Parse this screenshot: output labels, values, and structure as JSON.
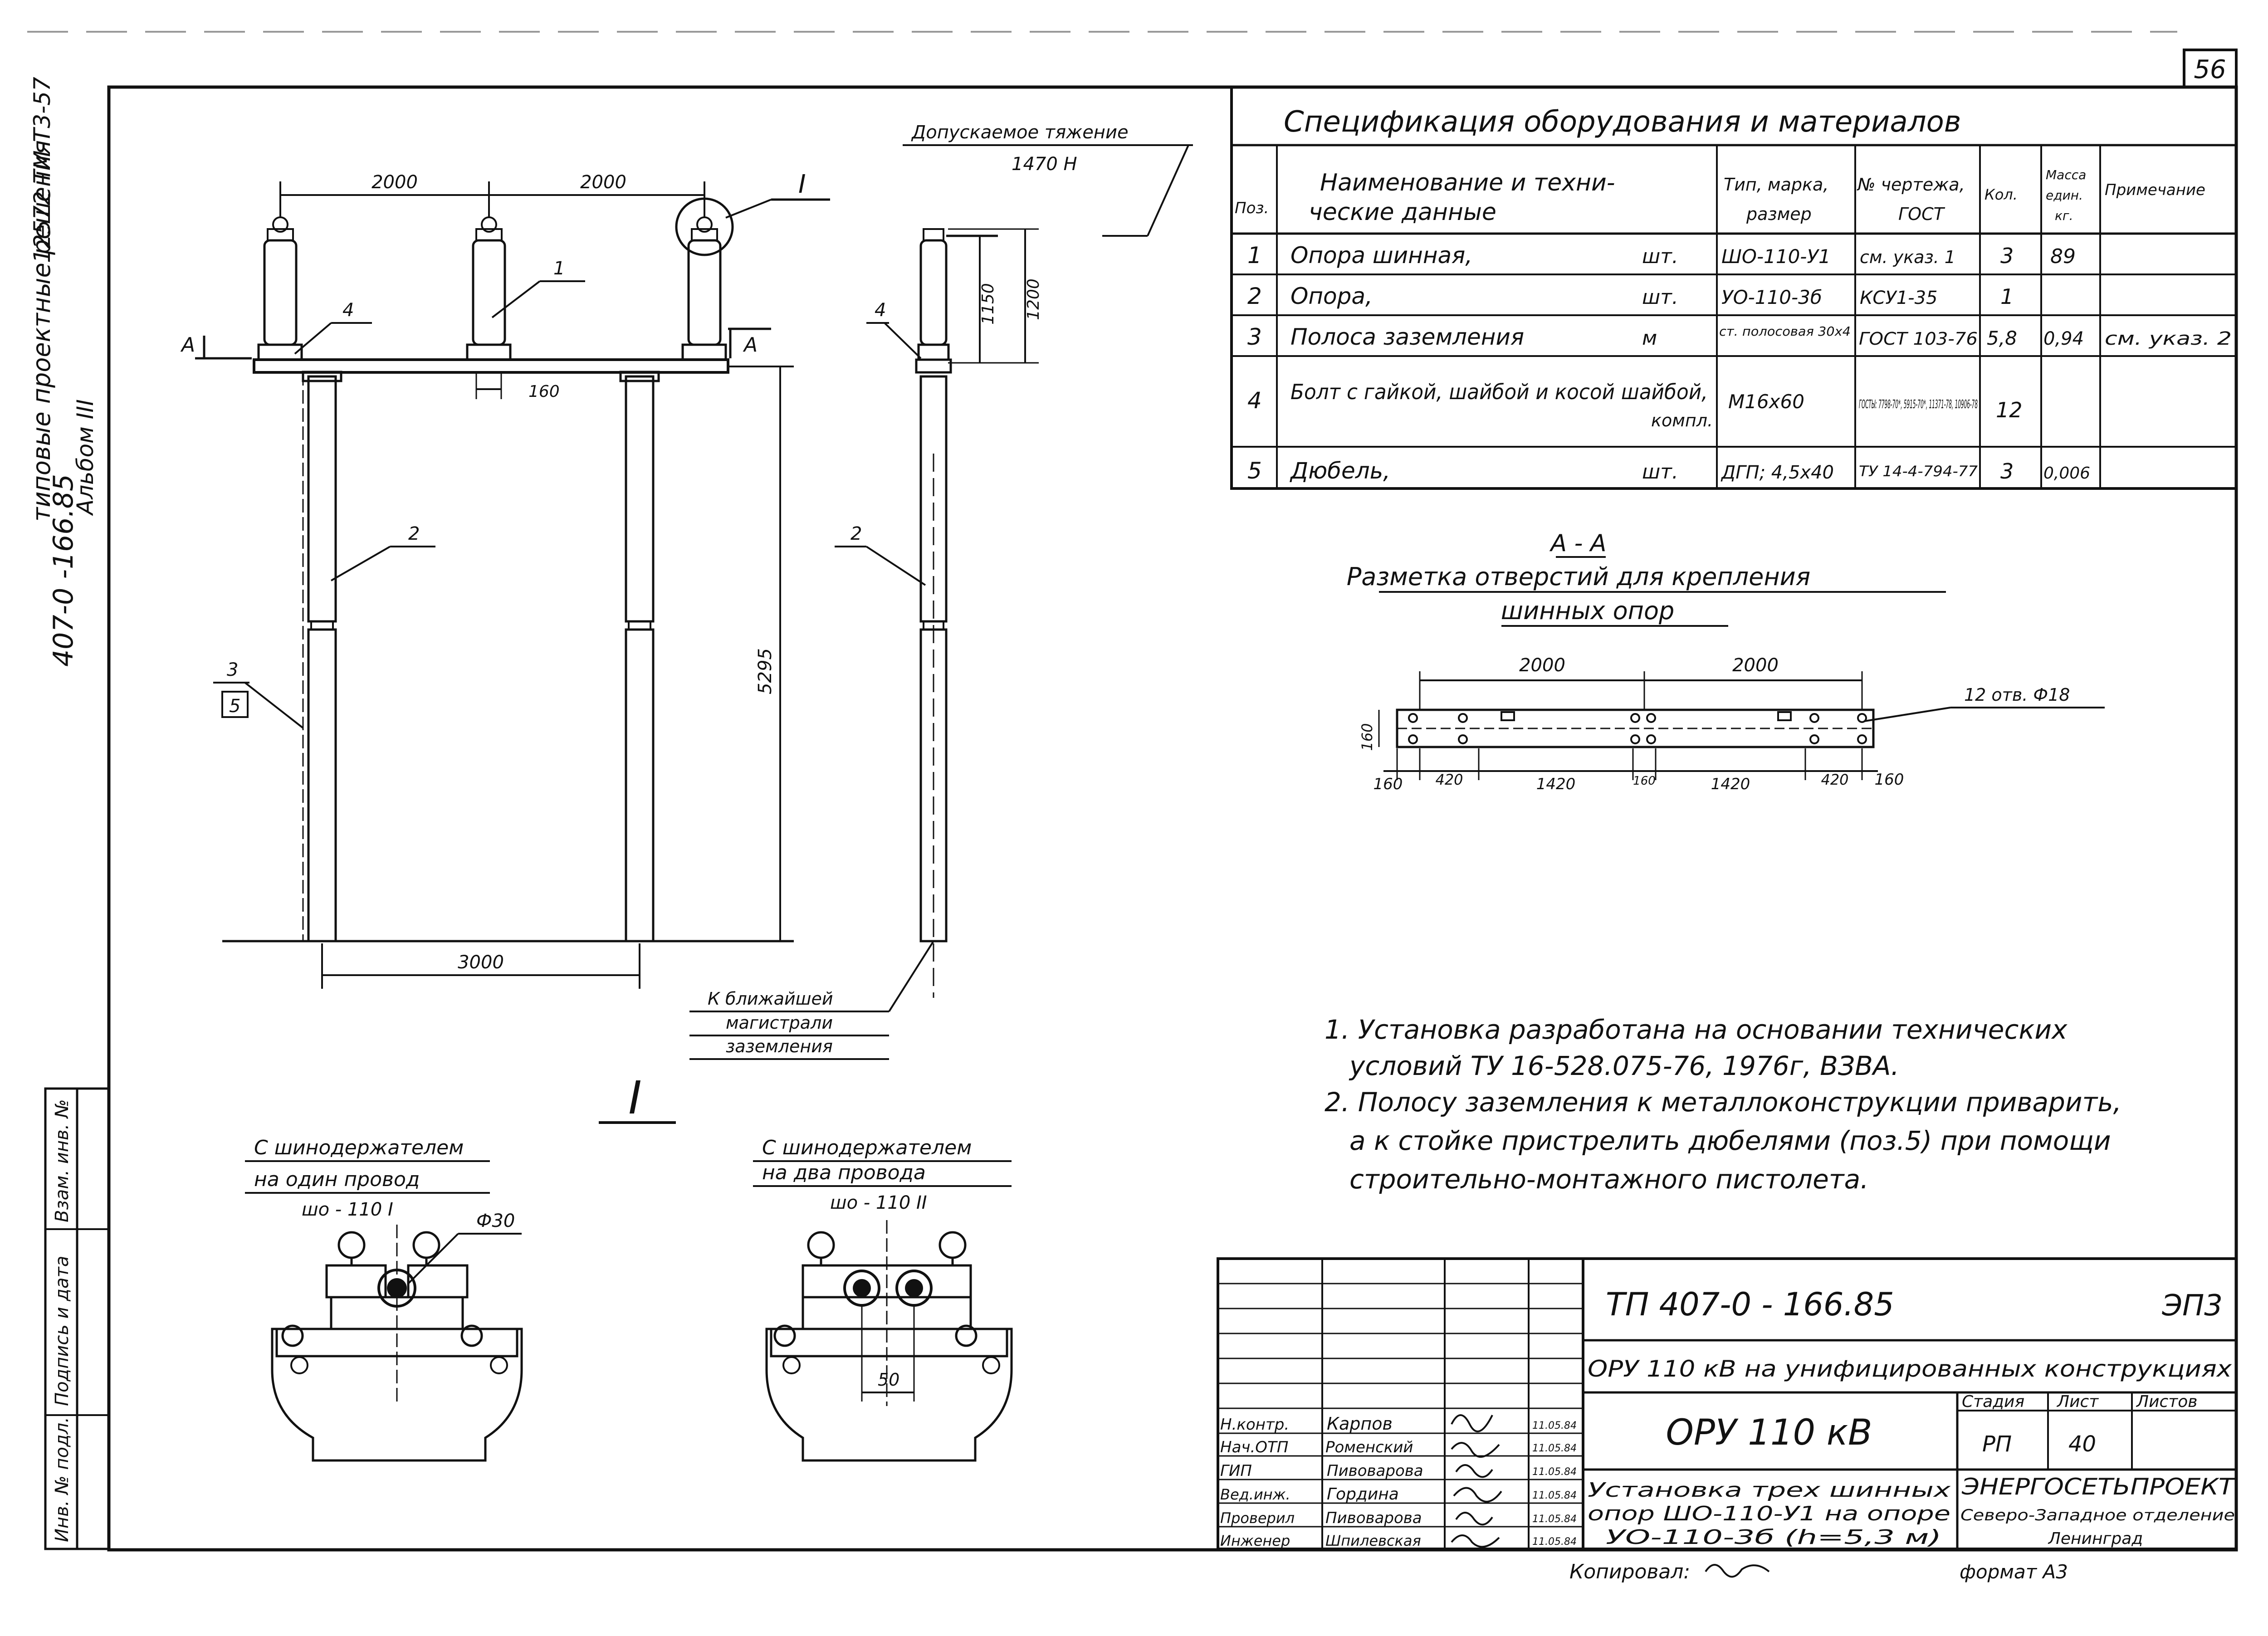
{
  "sheet_no": "56",
  "side_left": {
    "top_code": "12572 ТМ-Т3-57",
    "album_code": "407-0 -166.85",
    "album_sub": "Альбом III",
    "series_title": "типовые проектные решения"
  },
  "stamp_left_cols": [
    "Инв. № подл.",
    "Подпись и дата",
    "Взам. инв. №"
  ],
  "main_view": {
    "dims": {
      "span1": "2000",
      "span2": "2000",
      "base": "3000",
      "height": "5295",
      "plate": "160",
      "h1150": "1150",
      "h1200": "1200"
    },
    "leaders": {
      "p1": "1",
      "p2": "2",
      "p3": "3",
      "p4": "4",
      "p5": "5",
      "section_mark": "A",
      "detail_ref": "I"
    },
    "tension_label": "Допускаемое тяжение",
    "tension_value": "1470 Н",
    "ground_note": [
      "К ближайшей",
      "магистрали",
      "заземления"
    ]
  },
  "side_view": {
    "p2": "2",
    "p4": "4",
    "mark": "A"
  },
  "spec": {
    "title": "Спецификация оборудования и материалов",
    "headers": [
      "Поз.",
      "Наименование и техни-\nческие данные",
      "Тип, марка,\nразмер",
      "№ чертежа,\nГОСТ",
      "Кол.",
      "Масса\nедин.\nкг.",
      "Примечание"
    ],
    "rows": [
      {
        "pos": "1",
        "name": "Опора шинная,",
        "unit": "шт.",
        "type": "ШО-110-У1",
        "doc": "см. указ. 1",
        "qty": "3",
        "mass": "89",
        "note": ""
      },
      {
        "pos": "2",
        "name": "Опора,",
        "unit": "шт.",
        "type": "УО-110-3б",
        "doc": "КСУ1-35",
        "qty": "1",
        "mass": "",
        "note": ""
      },
      {
        "pos": "3",
        "name": "Полоса заземления",
        "unit": "м",
        "type": "ст. полосовая 30х4",
        "doc": "ГОСТ 103-76",
        "qty": "5,8",
        "mass": "0,94",
        "note": "см. указ. 2"
      },
      {
        "pos": "4",
        "name": "Болт с гайкой, шайбой и косой шайбой,",
        "unit": "компл.",
        "type": "М16х60",
        "doc": "ГОСТЫ: 7798-70*, 5915-70*, 11371-78, 10906-78",
        "qty": "12",
        "mass": "",
        "note": ""
      },
      {
        "pos": "5",
        "name": "Дюбель,",
        "unit": "шт.",
        "type": "ДГП; 4,5х40",
        "doc": "ТУ 14-4-794-77",
        "qty": "3",
        "mass": "0,006",
        "note": ""
      }
    ]
  },
  "section": {
    "mark": "A - A",
    "title_l1": "Разметка отверстий для крепления",
    "title_l2": "шинных опор",
    "dims_top": [
      "2000",
      "2000"
    ],
    "dims_bottom": [
      "160",
      "420",
      "1420",
      "160",
      "1420",
      "420",
      "160"
    ],
    "dim_side": "160",
    "holes": "12 отв. Ф18"
  },
  "notes": [
    "1. Установка разработана на основании технических условий ТУ 16-528.075-76, 1976г, ВЗВА.",
    "2. Полосу заземления к металлоконструкции приварить, а к стойке пристрелить дюбелями (поз.5) при помощи строительно-монтажного пистолета."
  ],
  "detail": {
    "mark": "I",
    "left": {
      "l1": "С шинодержателем",
      "l2": "на один провод",
      "l3": "шо - 110 I",
      "dia": "Ф30"
    },
    "right": {
      "l1": "С шинодержателем",
      "l2": "на два провода",
      "l3": "шо - 110 II",
      "dim": "50"
    }
  },
  "title_block": {
    "code": "ТП 407-0 - 166.85",
    "section_code": "ЭП3",
    "project": "ОРУ 110 кВ на унифицированных конструкциях",
    "object": "ОРУ 110 кВ",
    "stage_h": "Стадия",
    "sheet_h": "Лист",
    "sheets_h": "Листов",
    "stage": "РП",
    "sheet": "40",
    "drawing_title": "Установка трех шинных опор ШО-110-У1 на опоре УО-110-3б (h=5,3 м)",
    "org_l1": "ЭНЕРГОСЕТЬПРОЕКТ",
    "org_l2": "Северо-Западное отделение",
    "org_l3": "Ленинград",
    "copied": "Копировал:",
    "format": "формат А3",
    "staff": [
      {
        "role": "Н.контр.",
        "name": "Карпов",
        "date": "11.05.84"
      },
      {
        "role": "Нач.ОТП",
        "name": "Роменский",
        "date": "11.05.84"
      },
      {
        "role": "ГИП",
        "name": "Пивоварова",
        "date": "11.05.84"
      },
      {
        "role": "Вед.инж.",
        "name": "Гордина",
        "date": "11.05.84"
      },
      {
        "role": "Проверил",
        "name": "Пивоварова",
        "date": "11.05.84"
      },
      {
        "role": "Инженер",
        "name": "Шпилевская",
        "date": "11.05.84"
      }
    ]
  }
}
